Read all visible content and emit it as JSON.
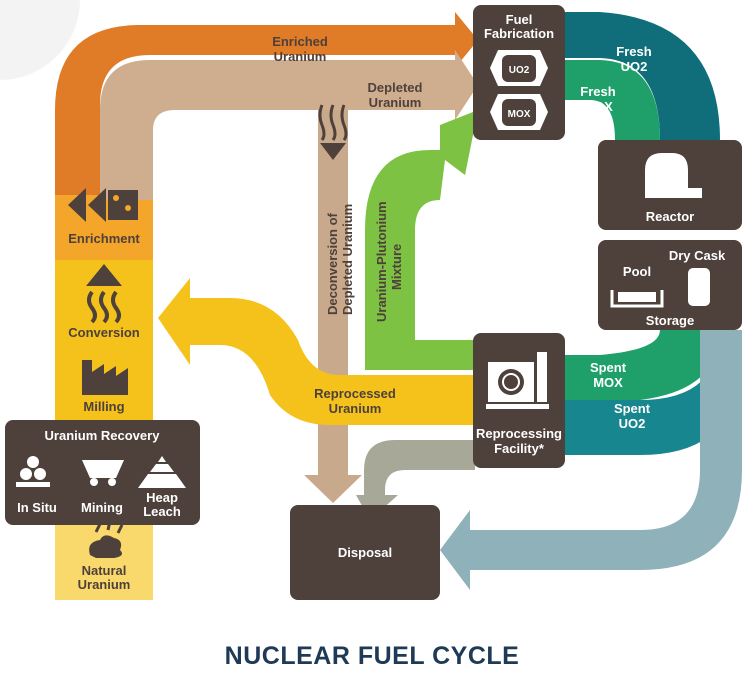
{
  "title": "NUCLEAR FUEL CYCLE",
  "colors": {
    "orange": "#e07b27",
    "tan": "#cfae90",
    "yellow": "#f5c21b",
    "light_yellow": "#f9d96b",
    "green": "#7dc242",
    "teal": "#17868e",
    "teal_dark": "#0f6e7a",
    "slate": "#8fb1b9",
    "grey_arrow": "#a8a898",
    "box": "#4e403b",
    "title": "#1f3a56"
  },
  "labels": {
    "enriched_uranium": [
      "Enriched",
      "Uranium"
    ],
    "depleted_uranium": [
      "Depleted",
      "Uranium"
    ],
    "deconversion": [
      "Deconversion of",
      "Depleted Uranium"
    ],
    "uranium_plutonium": [
      "Uranium-Plutonium",
      "Mixture"
    ],
    "reprocessed_uranium": [
      "Reprocessed",
      "Uranium"
    ],
    "fresh_uo2": [
      "Fresh",
      "UO2"
    ],
    "fresh_mox": [
      "Fresh",
      "MOX"
    ],
    "spent_mox": [
      "Spent",
      "MOX"
    ],
    "spent_uo2": [
      "Spent",
      "UO2"
    ]
  },
  "stages": {
    "enrichment": "Enrichment",
    "conversion": "Conversion",
    "milling": "Milling",
    "natural_uranium": [
      "Natural",
      "Uranium"
    ]
  },
  "boxes": {
    "fuel_fabrication": [
      "Fuel",
      "Fabrication"
    ],
    "uo2_badge": "UO2",
    "mox_badge": "MOX",
    "reactor": "Reactor",
    "storage": "Storage",
    "pool": "Pool",
    "dry_cask": "Dry Cask",
    "reprocessing": [
      "Reprocessing",
      "Facility*"
    ],
    "disposal": "Disposal",
    "uranium_recovery": "Uranium Recovery",
    "in_situ": "In Situ",
    "mining": "Mining",
    "heap_leach": [
      "Heap",
      "Leach"
    ]
  }
}
